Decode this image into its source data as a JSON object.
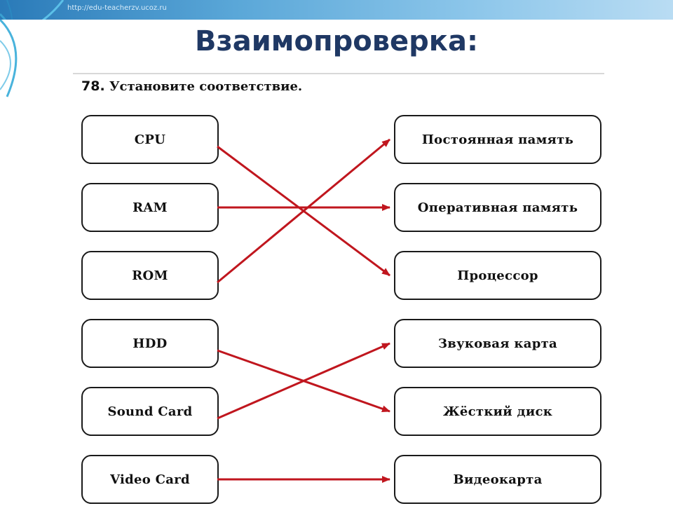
{
  "banner": {
    "url": "http://edu-teacherzv.ucoz.ru"
  },
  "title": "Взаимопроверка:",
  "exercise": {
    "number": "78.",
    "instruction": "Установите соответствие.",
    "left_items": [
      "CPU",
      "RAM",
      "ROM",
      "HDD",
      "Sound Card",
      "Video Card"
    ],
    "right_items": [
      "Постоянная память",
      "Оперативная память",
      "Процессор",
      "Звуковая карта",
      "Жёсткий диск",
      "Видеокарта"
    ],
    "connections": [
      {
        "from": 0,
        "to": 2
      },
      {
        "from": 1,
        "to": 1
      },
      {
        "from": 2,
        "to": 0
      },
      {
        "from": 3,
        "to": 4
      },
      {
        "from": 4,
        "to": 3
      },
      {
        "from": 5,
        "to": 5
      }
    ]
  },
  "colors": {
    "arrow": "#c0161e",
    "title": "#1f3864"
  }
}
